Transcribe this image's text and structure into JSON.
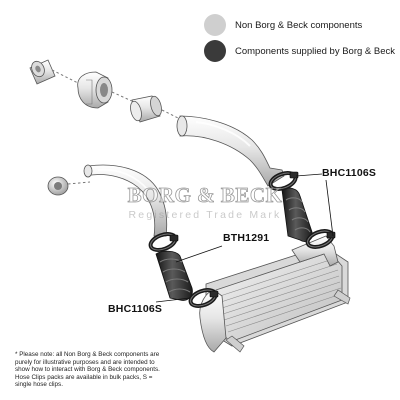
{
  "legend": {
    "items": [
      {
        "label": "Non Borg & Beck components",
        "color": "#cfcfcf"
      },
      {
        "label": "Components supplied by Borg & Beck",
        "color": "#3a3a3a"
      }
    ]
  },
  "watermark": {
    "brand": "BORG & BECK",
    "tagline": "Registered Trade Mark"
  },
  "parts": {
    "clip_upper": "BHC1106S",
    "hose": "BTH1291",
    "clip_lower": "BHC1106S"
  },
  "footnote": "* Please note: all Non Borg & Beck components are purely for illustrative purposes and are intended to show how to interact with Borg & Beck components. Hose Clips packs are available in bulk packs, S = single hose clips."
}
